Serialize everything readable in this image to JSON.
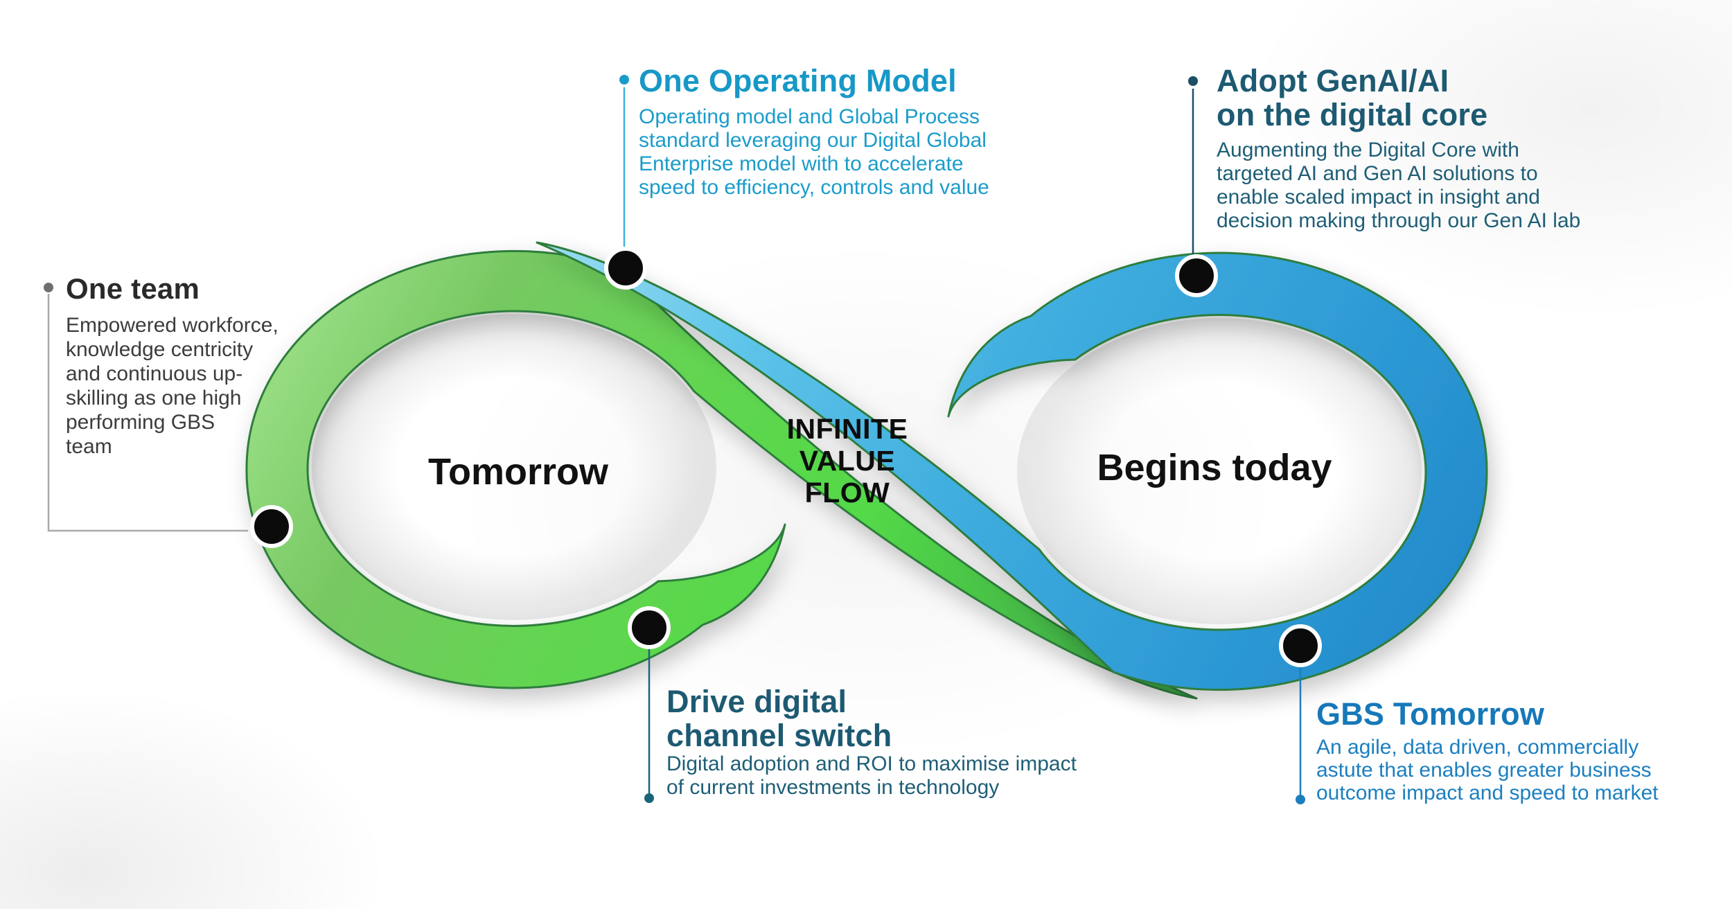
{
  "center": {
    "lines": [
      "INFINITE",
      "VALUE",
      "FLOW"
    ]
  },
  "left_loop": {
    "label": "Tomorrow"
  },
  "right_loop": {
    "label": "Begins today"
  },
  "callouts": {
    "one_team": {
      "title": "One team",
      "body": [
        "Empowered workforce,",
        "knowledge centricity",
        "and continuous up-",
        "skilling as one high",
        "performing GBS",
        "team"
      ]
    },
    "one_operating_model": {
      "title": "One Operating Model",
      "body": [
        "Operating model and Global Process",
        "standard leveraging our Digital Global",
        "Enterprise model with to accelerate",
        "speed to efficiency, controls and value"
      ]
    },
    "adopt_genai": {
      "title_lines": [
        "Adopt GenAI/AI",
        "on the digital core"
      ],
      "body": [
        "Augmenting the Digital Core with",
        "targeted AI and Gen AI solutions to",
        "enable scaled impact in insight and",
        "decision making through our Gen AI lab"
      ]
    },
    "drive_digital": {
      "title_lines": [
        "Drive digital",
        "channel switch"
      ],
      "body": [
        "Digital adoption and ROI to maximise impact",
        "of current investments in technology"
      ]
    },
    "gbs_tomorrow": {
      "title": "GBS Tomorrow",
      "body": [
        "An agile, data driven, commercially",
        "astute that enables greater business",
        "outcome impact and speed to market"
      ]
    }
  },
  "colors": {
    "green_light": "#93da7e",
    "green_mid": "#6cc95a",
    "green_bright": "#55d948",
    "green_dark": "#379b43",
    "ribbon_outline": "#2e7d3c",
    "blue_tip": "#b5e9f7",
    "blue_light": "#5ec4e9",
    "blue_mid": "#3fadde",
    "blue_deep": "#2187c8",
    "teal_text": "#1d5a72",
    "cyan_text": "#1798c6",
    "blue_text": "#1678b8",
    "dark_text": "#2a2a2a",
    "gray_text": "#3c3c3c",
    "node_dot": "#0b0b0b",
    "connector_gray": "#a9a9a9"
  }
}
